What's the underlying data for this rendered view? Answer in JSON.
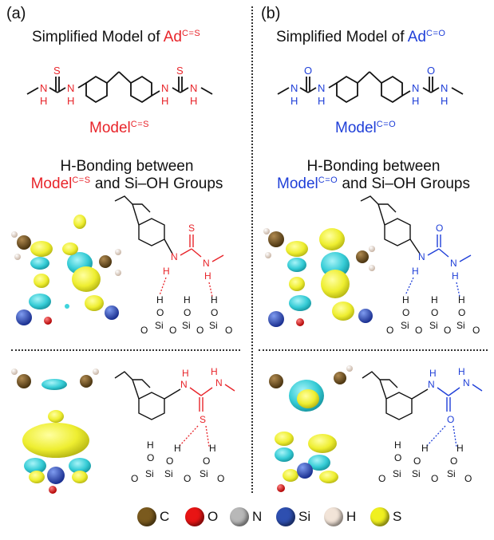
{
  "panels": [
    {
      "label": "(a)",
      "title_prefix": "Simplified Model of ",
      "title_ad": "Ad",
      "title_sup": "C=S",
      "model_label": "Model",
      "model_sup": "C=S",
      "hbond_line1": "H-Bonding between",
      "hbond_model": "Model",
      "hbond_sup": "C=S",
      "hbond_rest": " and Si–OH Groups",
      "hetero_atom": "S",
      "accent": "#e8242a"
    },
    {
      "label": "(b)",
      "title_prefix": "Simplified Model of ",
      "title_ad": "Ad",
      "title_sup": "C=O",
      "model_label": "Model",
      "model_sup": "C=O",
      "hbond_line1": "H-Bonding between",
      "hbond_model": "Model",
      "hbond_sup": "C=O",
      "hbond_rest": " and Si–OH Groups",
      "hetero_atom": "O",
      "accent": "#1f3fd8"
    }
  ],
  "atoms": {
    "N": "N",
    "H": "H",
    "Si": "Si",
    "O": "O"
  },
  "legend": [
    {
      "symbol": "C",
      "color": "#7a5a1e"
    },
    {
      "symbol": "O",
      "color": "#e81414"
    },
    {
      "symbol": "N",
      "color": "#b8b8b8"
    },
    {
      "symbol": "Si",
      "color": "#2e4fb0"
    },
    {
      "symbol": "H",
      "color": "#f2e4d8"
    },
    {
      "symbol": "S",
      "color": "#f0f020"
    }
  ],
  "colors": {
    "isosurface_yellow": "#f2f23c",
    "isosurface_cyan": "#3fd4dc",
    "bond_black": "#111111"
  }
}
